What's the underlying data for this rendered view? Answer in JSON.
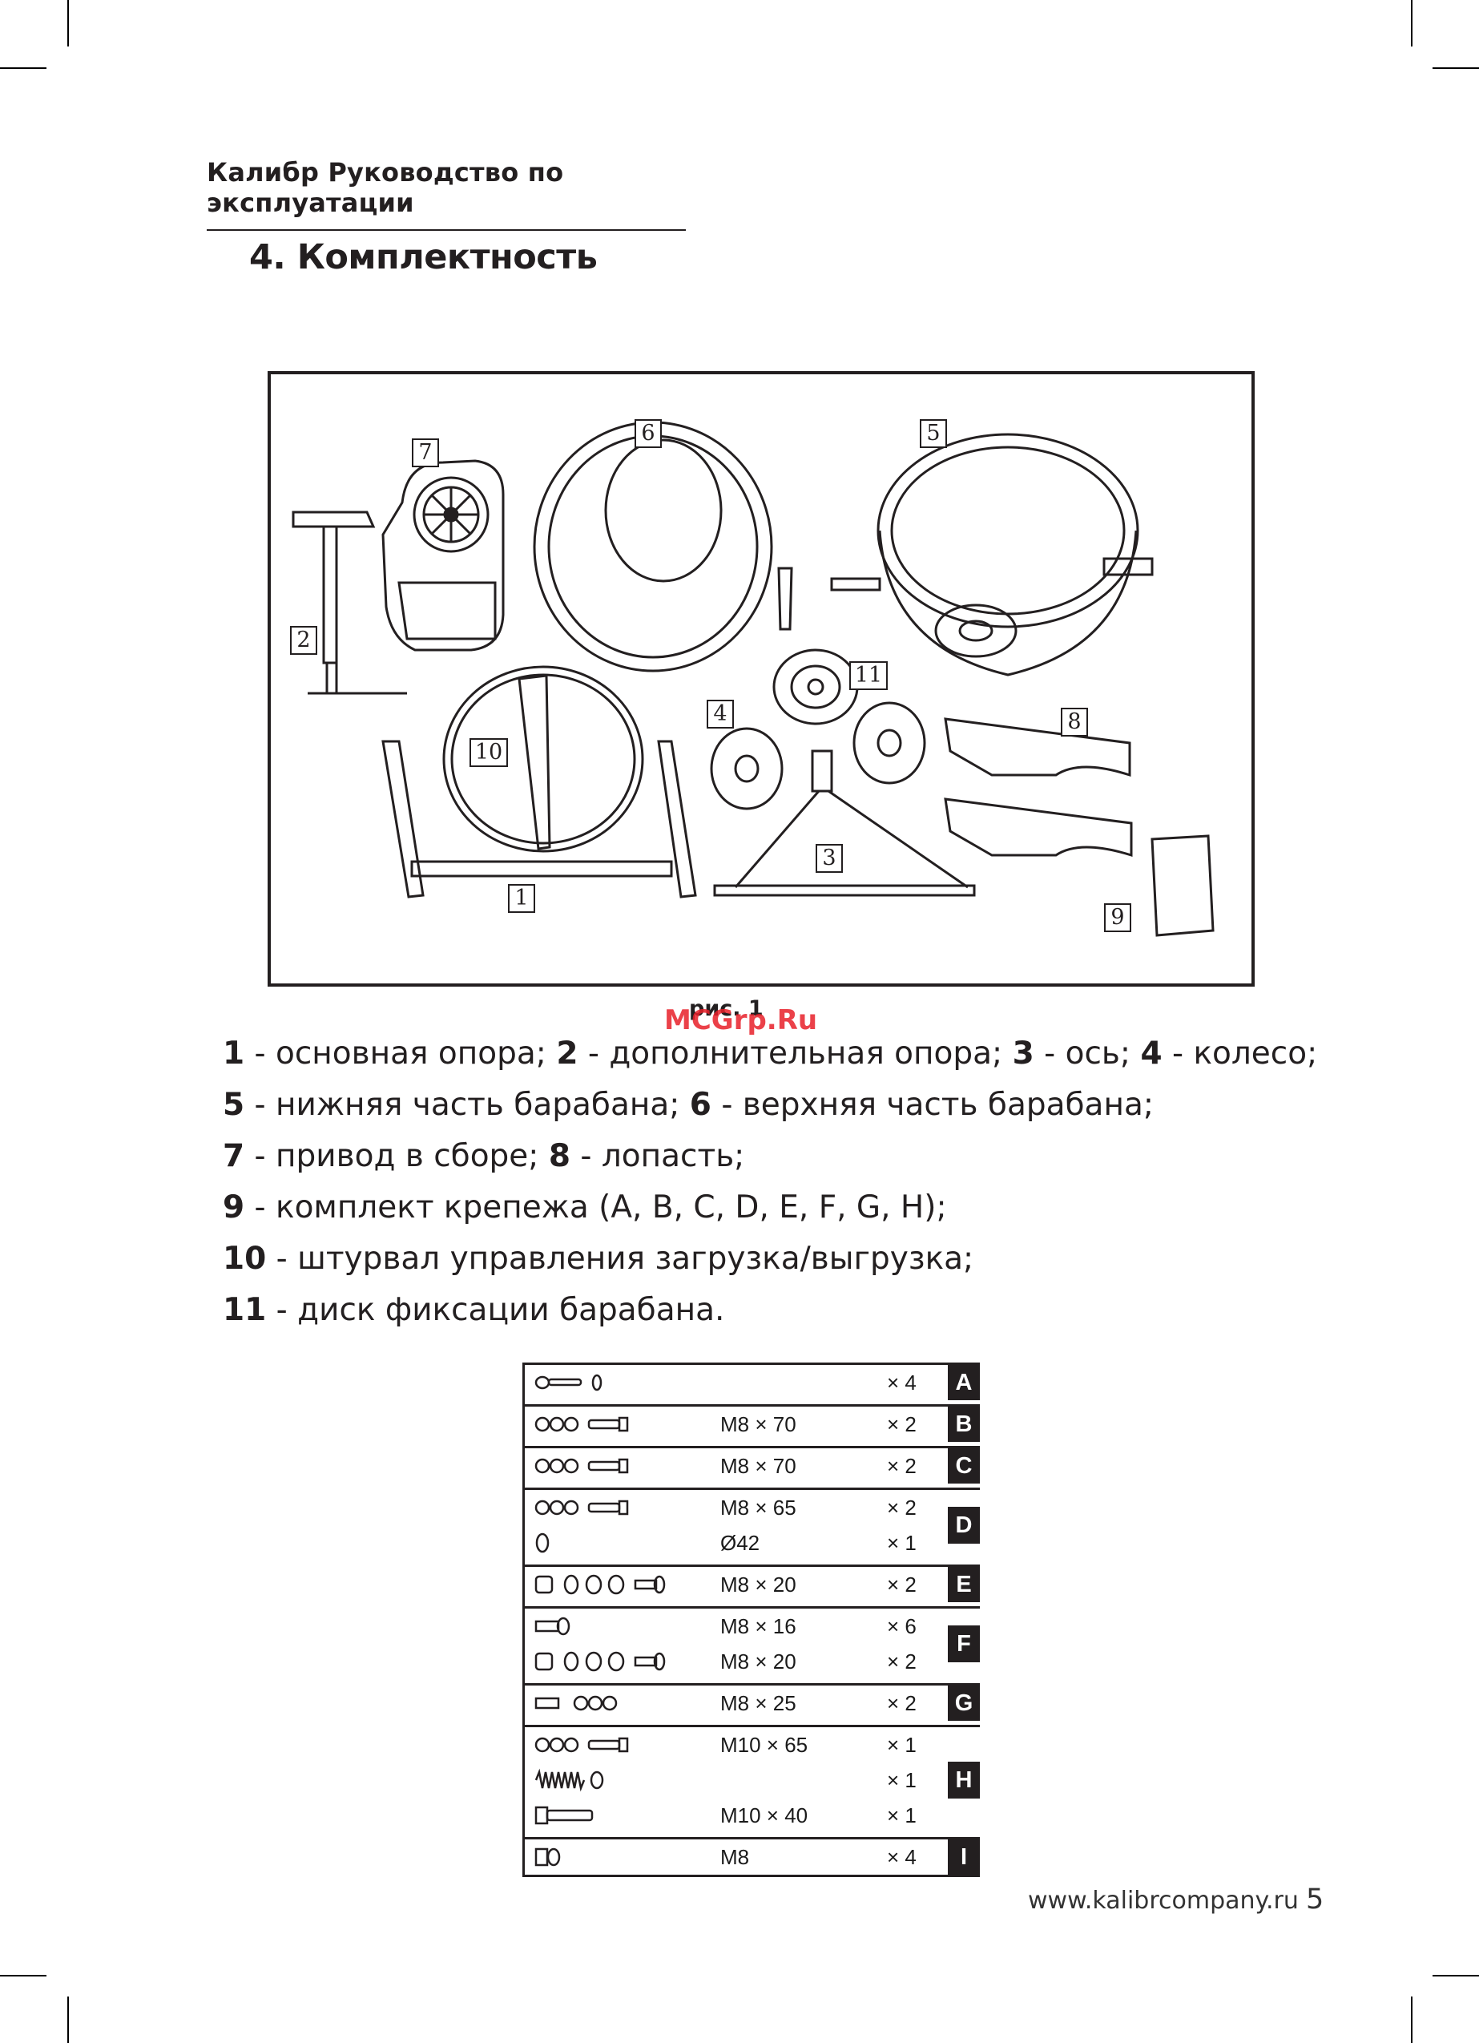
{
  "header": {
    "running_title": "Калибр Руководство по эксплуатации"
  },
  "section": {
    "title": "4. Комплектность"
  },
  "figure": {
    "callouts": [
      "1",
      "2",
      "3",
      "4",
      "5",
      "6",
      "7",
      "8",
      "9",
      "10",
      "11"
    ],
    "caption": "рис. 1",
    "watermark": "MCGrp.Ru"
  },
  "legend": [
    [
      {
        "n": "1",
        "t": " - основная опора; "
      },
      {
        "n": "2",
        "t": " - дополнительная опора; "
      },
      {
        "n": "3",
        "t": " - ось; "
      },
      {
        "n": "4",
        "t": " - колесо;"
      }
    ],
    [
      {
        "n": "5",
        "t": " - нижняя часть барабана; "
      },
      {
        "n": "6",
        "t": " - верхняя часть барабана;"
      }
    ],
    [
      {
        "n": "7",
        "t": " - привод в сборе; "
      },
      {
        "n": "8",
        "t": " - лопасть;"
      }
    ],
    [
      {
        "n": "9",
        "t": " - комплект крепежа (A, B, C, D, E, F, G, H);"
      }
    ],
    [
      {
        "n": "10",
        "t": " - штурвал управления загрузка/выгрузка;"
      }
    ],
    [
      {
        "n": "11",
        "t": " - диск фиксации барабана."
      }
    ]
  ],
  "hardware": [
    {
      "letter": "A",
      "items": [
        {
          "icon": "pin-washer-icon",
          "size": "",
          "qty": "× 4"
        }
      ]
    },
    {
      "letter": "B",
      "items": [
        {
          "icon": "bolt-nut-washer-icon",
          "size": "M8 × 70",
          "qty": "× 2"
        }
      ]
    },
    {
      "letter": "C",
      "items": [
        {
          "icon": "bolt-nut-washer-icon",
          "size": "M8 × 70",
          "qty": "× 2"
        }
      ]
    },
    {
      "letter": "D",
      "items": [
        {
          "icon": "bolt-nut-washer-icon",
          "size": "M8 × 65",
          "qty": "× 2"
        },
        {
          "icon": "ring-icon",
          "size": "Ø42",
          "qty": "× 1"
        }
      ]
    },
    {
      "letter": "E",
      "items": [
        {
          "icon": "screw-nut-washers-icon",
          "size": "M8 × 20",
          "qty": "× 2"
        }
      ]
    },
    {
      "letter": "F",
      "items": [
        {
          "icon": "short-screw-icon",
          "size": "M8 × 16",
          "qty": "× 6"
        },
        {
          "icon": "screw-nut-washers-icon",
          "size": "M8 × 20",
          "qty": "× 2"
        }
      ]
    },
    {
      "letter": "G",
      "items": [
        {
          "icon": "bolt-washers-icon",
          "size": "M8 × 25",
          "qty": "× 2"
        }
      ]
    },
    {
      "letter": "H",
      "items": [
        {
          "icon": "bolt-nut-washer-icon",
          "size": "M10 × 65",
          "qty": "× 1"
        },
        {
          "icon": "spring-icon",
          "size": "",
          "qty": "× 1"
        },
        {
          "icon": "hex-bolt-icon",
          "size": "M10 × 40",
          "qty": "× 1"
        }
      ]
    },
    {
      "letter": "I",
      "items": [
        {
          "icon": "nut-icon",
          "size": "M8",
          "qty": "× 4"
        }
      ]
    }
  ],
  "footer": {
    "url": "www.kalibrcompany.ru",
    "page_number": "5"
  }
}
